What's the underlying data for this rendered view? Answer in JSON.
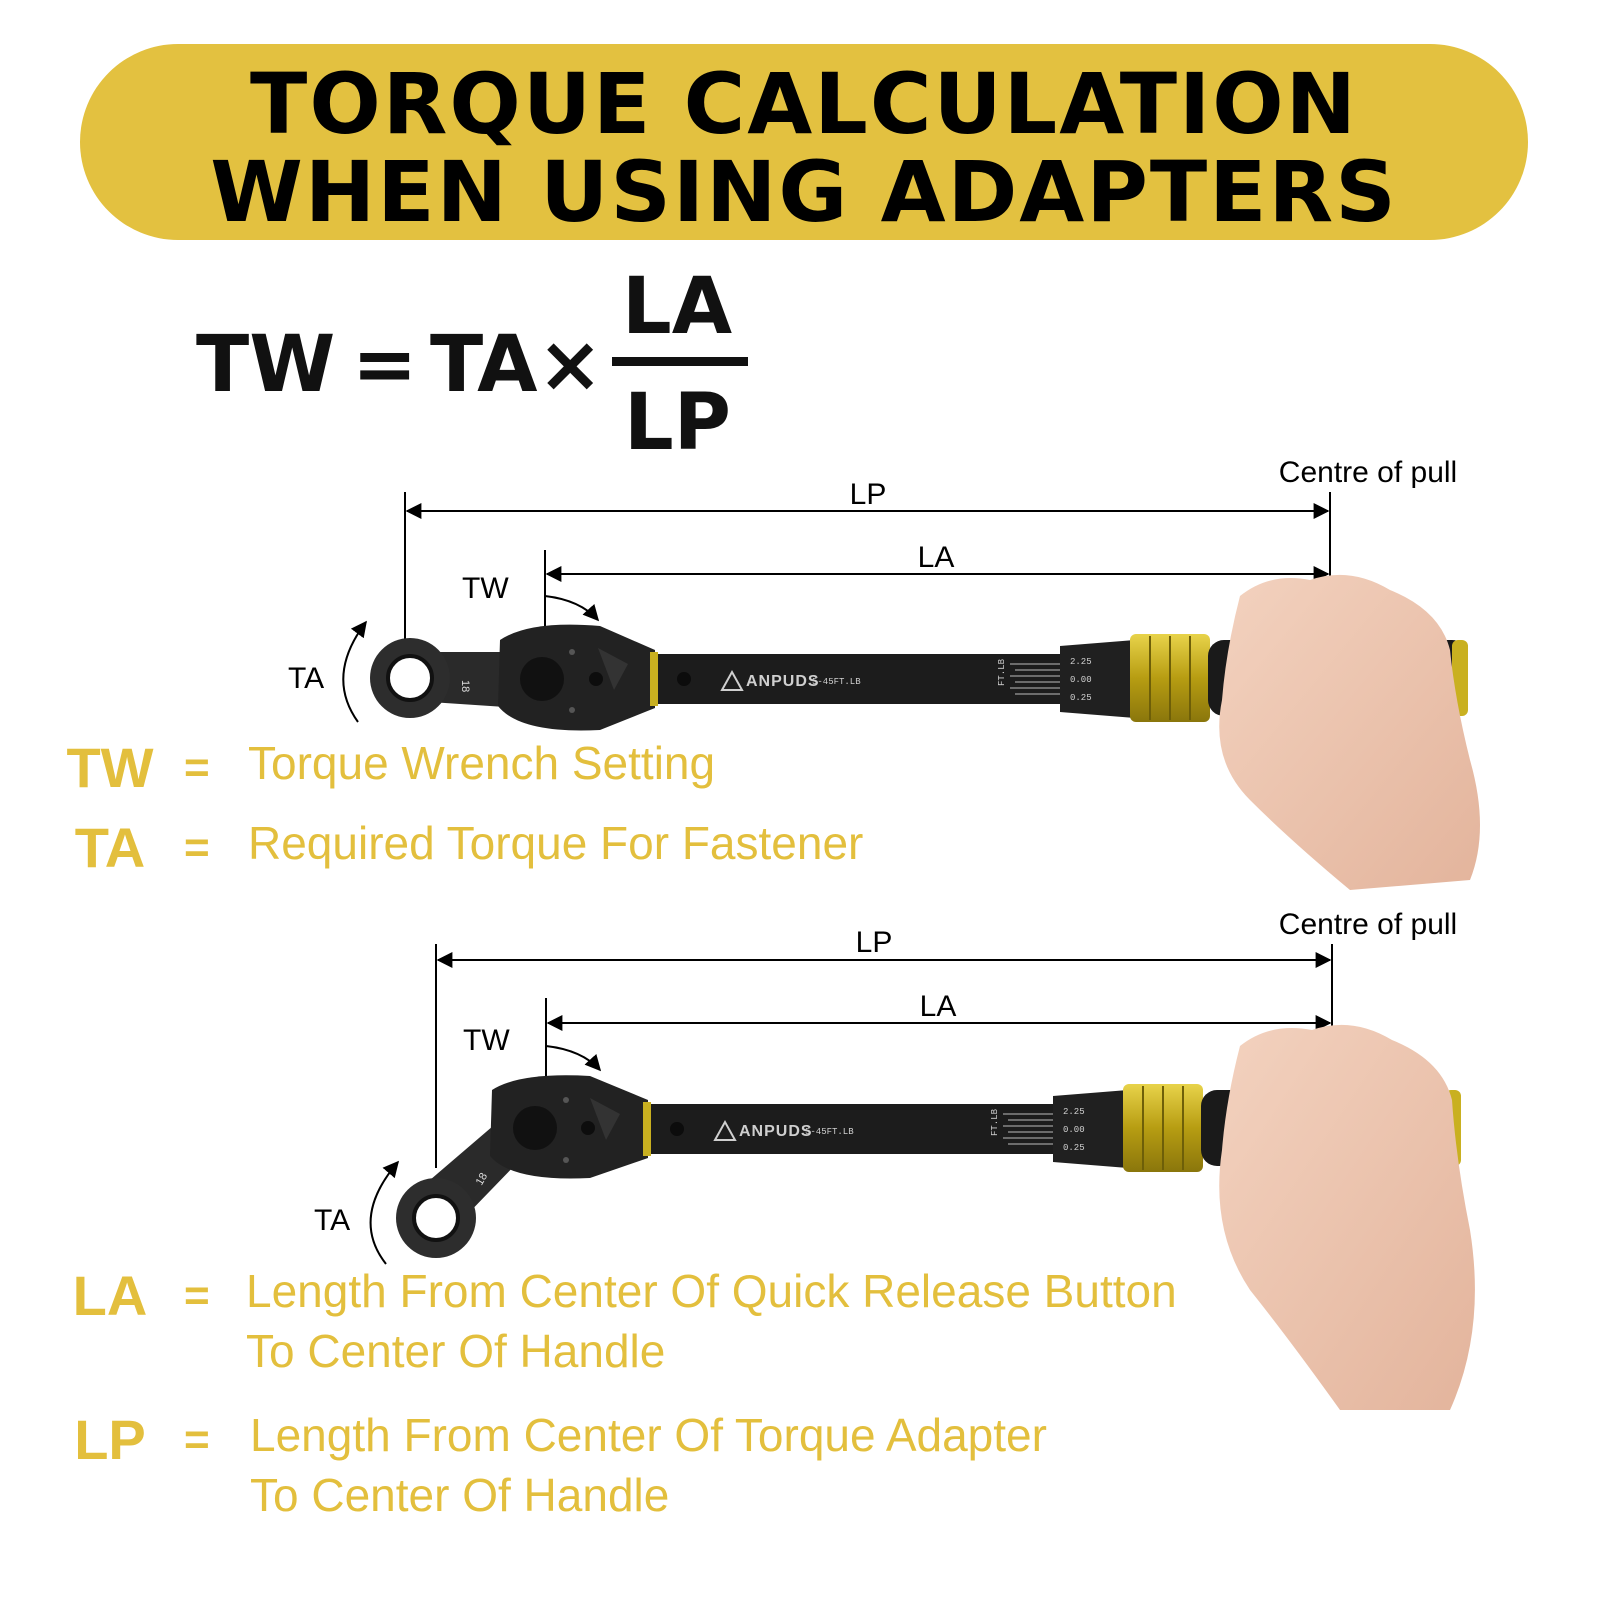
{
  "header": {
    "title_line1": "TORQUE CALCULATION",
    "title_line2": "WHEN USING ADAPTERS",
    "banner_color": "#e3c140"
  },
  "formula": {
    "lhs": "TW",
    "equals": "=",
    "factor": "TA×",
    "numerator": "LA",
    "denominator": "LP"
  },
  "diagram_top": {
    "lp_label": "LP",
    "la_label": "LA",
    "tw_label": "TW",
    "ta_label": "TA",
    "pull_label": "Centre of pull",
    "brand": "ANPUDS",
    "range": "5-45FT.LB",
    "socket_size": "18",
    "scale_unit": "FT.LB",
    "scale_marks": [
      "2.25",
      "0.00",
      "0.25"
    ]
  },
  "diagram_bottom": {
    "lp_label": "LP",
    "la_label": "LA",
    "tw_label": "TW",
    "ta_label": "TA",
    "pull_label": "Centre of pull",
    "brand": "ANPUDS",
    "range": "5-45FT.LB",
    "socket_size": "18",
    "scale_unit": "FT.LB",
    "scale_marks": [
      "2.25",
      "0.00",
      "0.25"
    ]
  },
  "legend": [
    {
      "symbol": "TW",
      "eq": "=",
      "line1": "Torque Wrench Setting",
      "line2": ""
    },
    {
      "symbol": "TA",
      "eq": "=",
      "line1": "Required Torque For Fastener",
      "line2": ""
    },
    {
      "symbol": "LA",
      "eq": "=",
      "line1": "Length From Center Of Quick Release Button",
      "line2": "To Center Of Handle"
    },
    {
      "symbol": "LP",
      "eq": "=",
      "line1": "Length From Center Of Torque Adapter",
      "line2": "To Center Of Handle"
    }
  ],
  "colors": {
    "accent_text": "#e3bf3d",
    "wrench_body": "#1c1c1c",
    "collar": "#c9b020"
  }
}
